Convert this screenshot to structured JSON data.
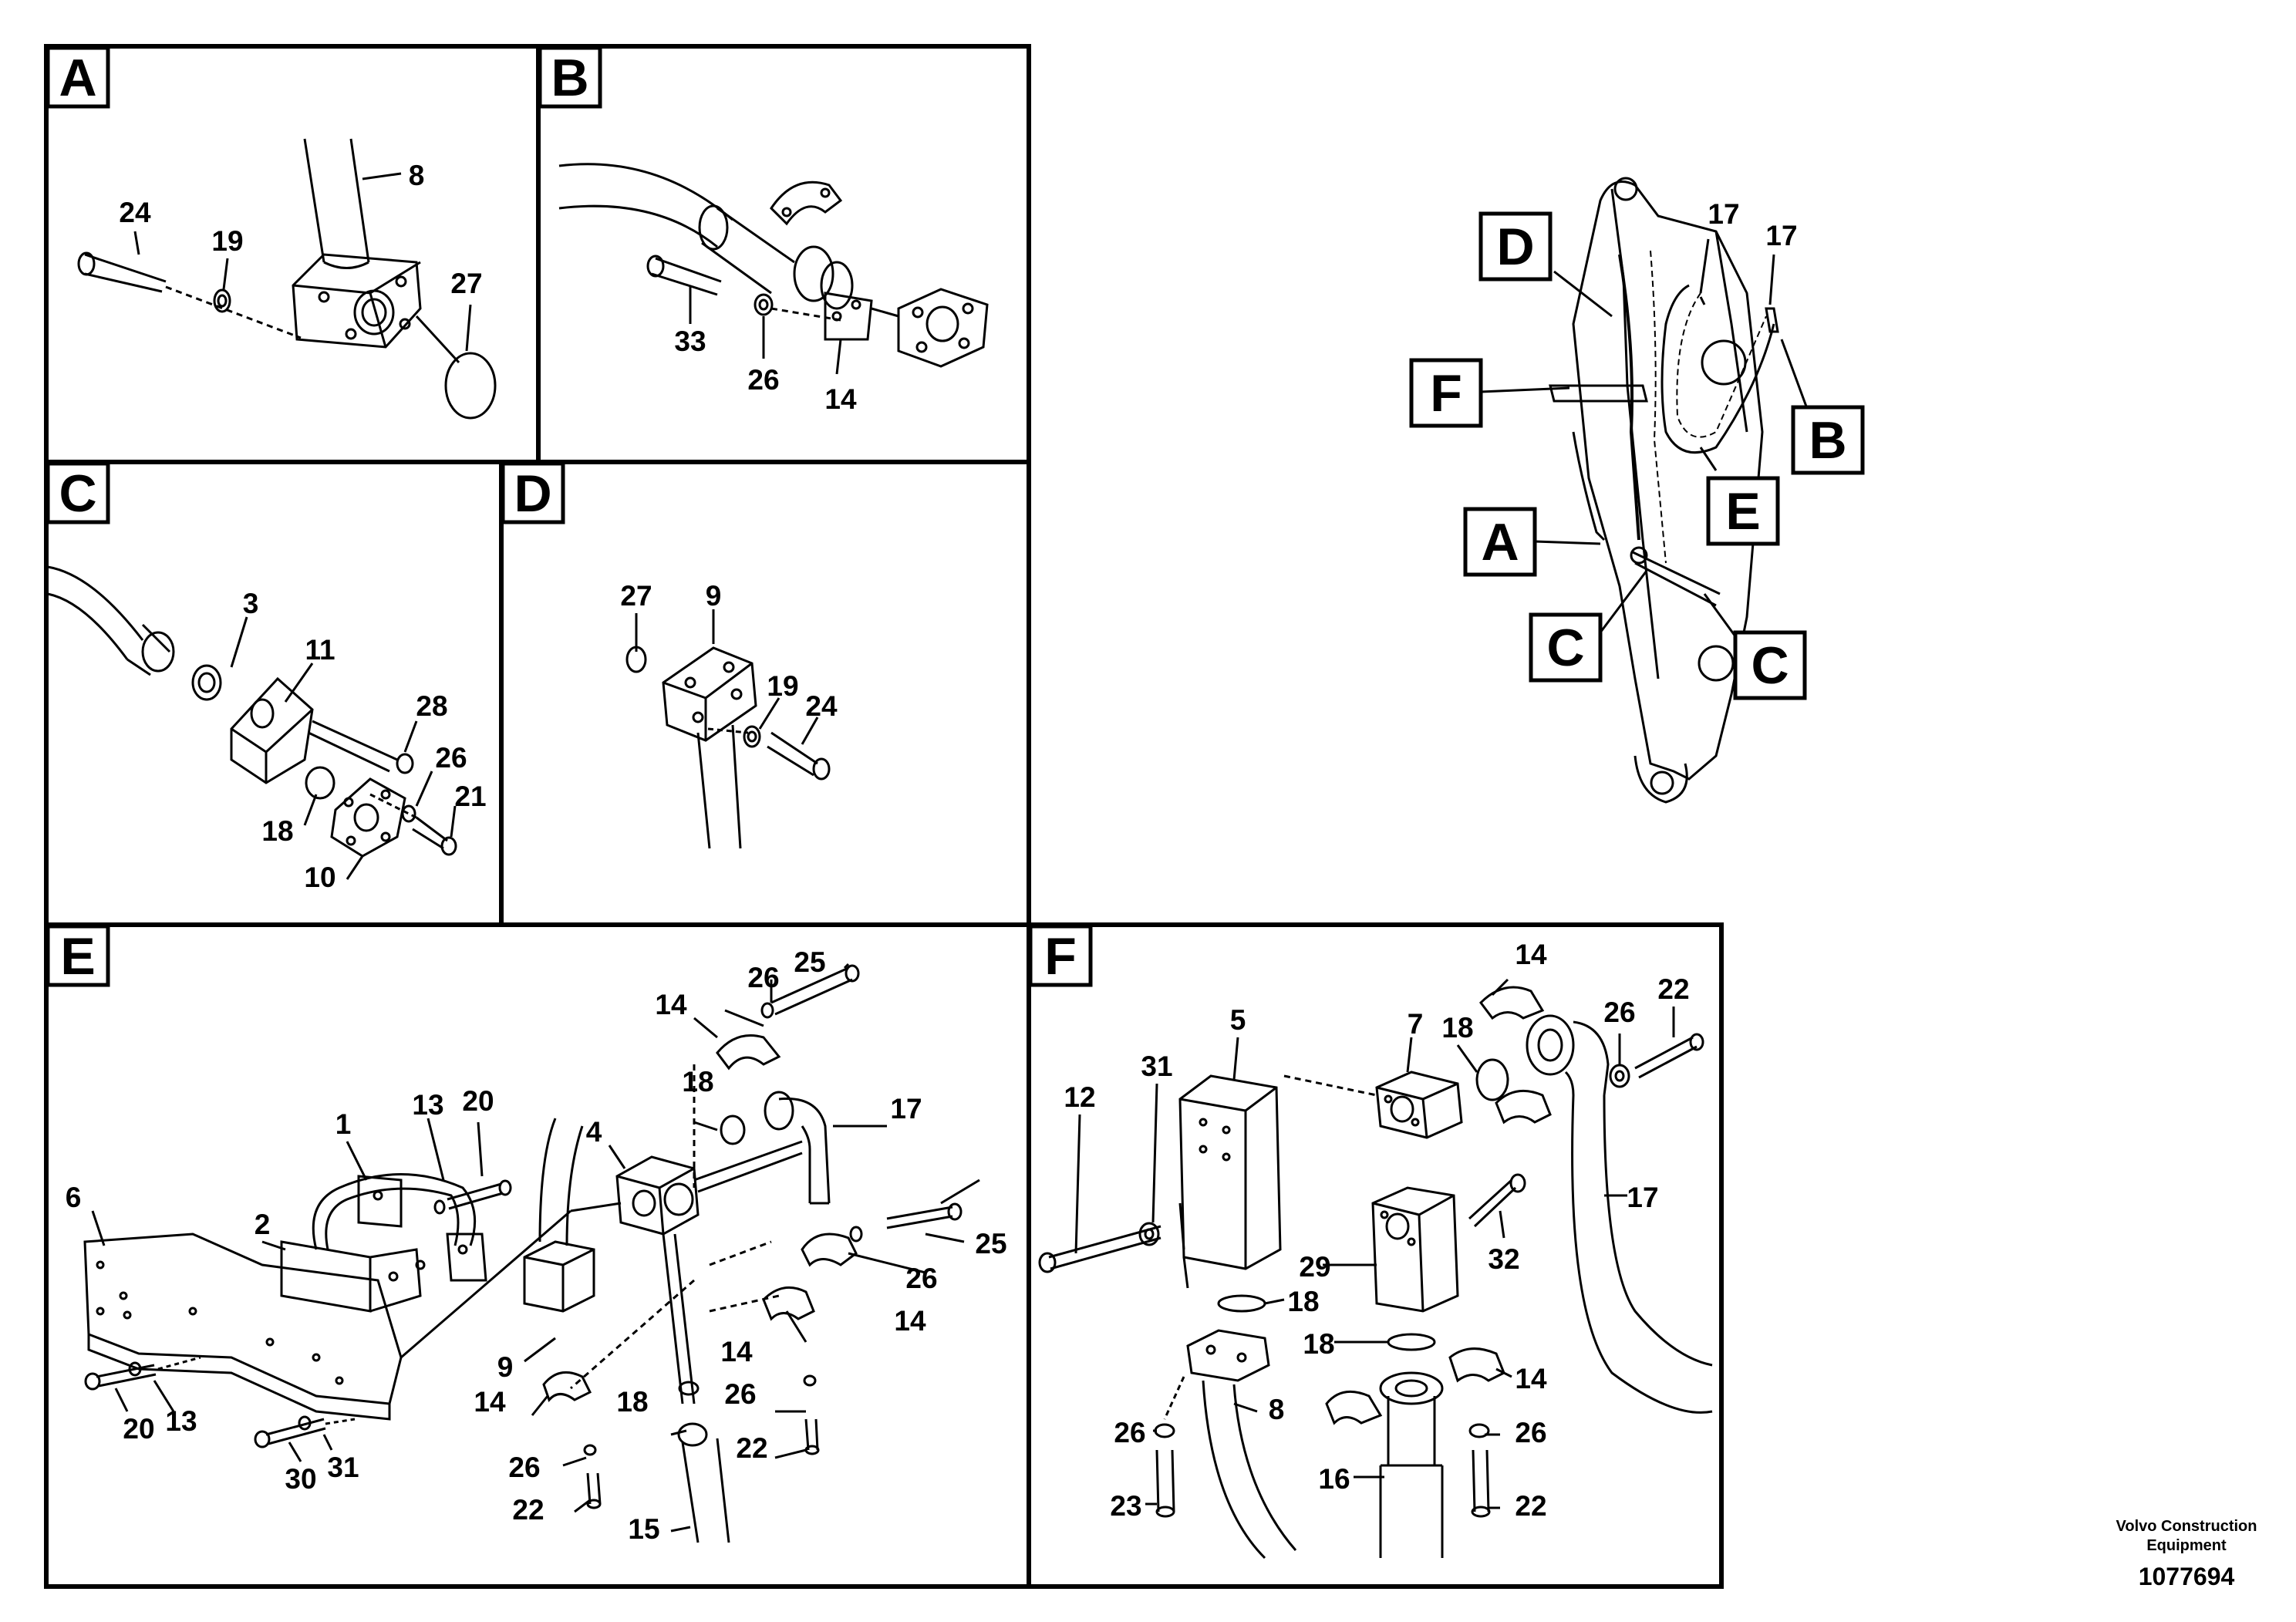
{
  "panels": {
    "A": {
      "label": "A",
      "callouts": {
        "p24": "24",
        "p19": "19",
        "p8": "8",
        "p27": "27"
      }
    },
    "B": {
      "label": "B",
      "callouts": {
        "p33": "33",
        "p26": "26",
        "p14": "14"
      }
    },
    "C": {
      "label": "C",
      "callouts": {
        "p3": "3",
        "p11": "11",
        "p28": "28",
        "p26": "26",
        "p21": "21",
        "p18": "18",
        "p10": "10"
      }
    },
    "D": {
      "label": "D",
      "callouts": {
        "p27": "27",
        "p9": "9",
        "p19": "19",
        "p24": "24"
      }
    },
    "E": {
      "label": "E",
      "callouts": {
        "p25a": "25",
        "p26a": "26",
        "p14a": "14",
        "p18a": "18",
        "p17": "17",
        "p4": "4",
        "p13a": "13",
        "p20a": "20",
        "p1": "1",
        "p2": "2",
        "p6": "6",
        "p25b": "25",
        "p26b": "26",
        "p14b": "14",
        "p9": "9",
        "p14c": "14",
        "p26c": "26",
        "p14d": "14",
        "p18b": "18",
        "p22a": "22",
        "p20b": "20",
        "p13b": "13",
        "p30": "30",
        "p31": "31",
        "p26d": "26",
        "p22b": "22",
        "p15": "15"
      }
    },
    "F": {
      "label": "F",
      "callouts": {
        "p14a": "14",
        "p5": "5",
        "p7": "7",
        "p18a": "18",
        "p26a": "26",
        "p22a": "22",
        "p31": "31",
        "p12": "12",
        "p17": "17",
        "p32": "32",
        "p29": "29",
        "p18b": "18",
        "p18c": "18",
        "p14b": "14",
        "p26b": "26",
        "p26c": "26",
        "p8": "8",
        "p16": "16",
        "p23": "23",
        "p22b": "22"
      }
    }
  },
  "overview": {
    "labels": {
      "D": "D",
      "F": "F",
      "A": "A",
      "C1": "C",
      "C2": "C",
      "E": "E",
      "B": "B"
    },
    "callouts": {
      "p17a": "17",
      "p17b": "17"
    }
  },
  "footer": {
    "line1": "Volvo Construction",
    "line2": "Equipment",
    "number": "1077694"
  }
}
